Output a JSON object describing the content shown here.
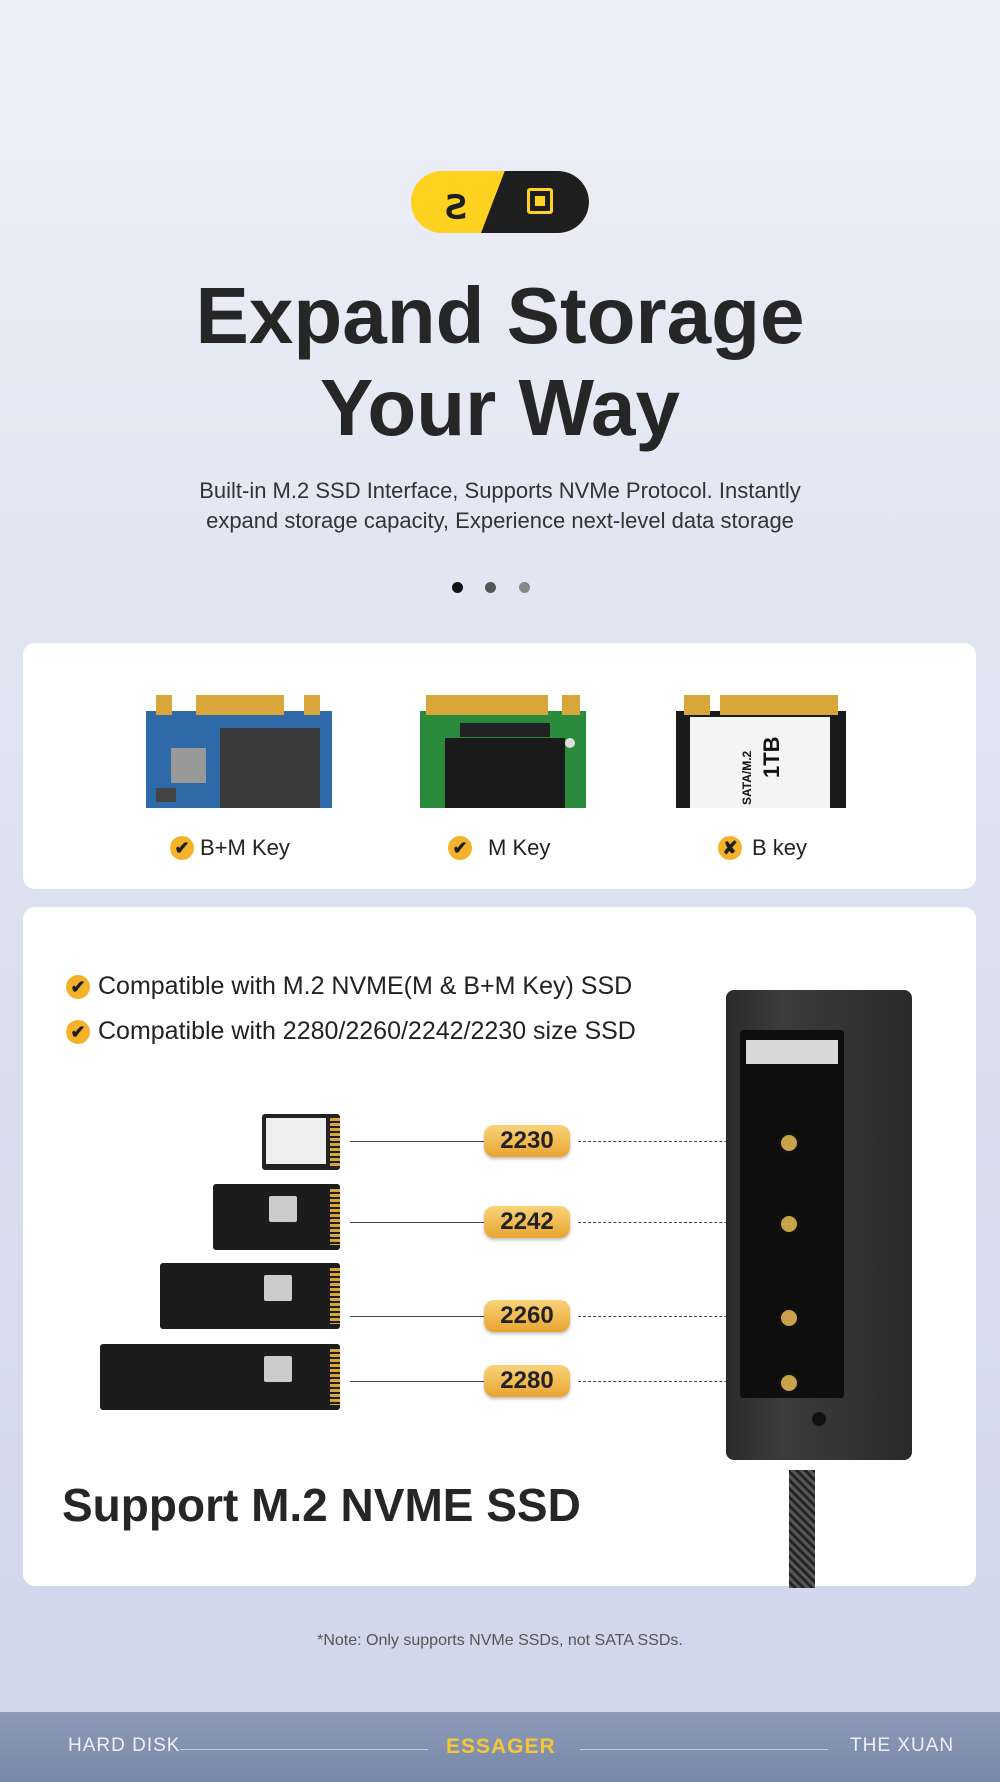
{
  "header": {
    "title_line1": "Expand Storage",
    "title_line2": "Your Way",
    "subtitle": "Built-in M.2 SSD Interface, Supports NVMe Protocol. Instantly expand storage capacity, Experience next-level data storage"
  },
  "carousel": {
    "count": 3,
    "active": 0
  },
  "key_types": [
    {
      "label": "B+M Key",
      "status": "✔"
    },
    {
      "label": "M Key",
      "status": "✔"
    },
    {
      "label": "B key",
      "status": "✘"
    }
  ],
  "ssd_photo_text": {
    "sata_label": "SATA/M.2",
    "capacity": "1TB"
  },
  "features": [
    "Compatible with M.2 NVME(M & B+M Key) SSD",
    "Compatible with 2280/2260/2242/2230 size SSD"
  ],
  "sizes": [
    "2230",
    "2242",
    "2260",
    "2280"
  ],
  "support_title": "Support M.2 NVME SSD",
  "note": "*Note: Only supports NVMe SSDs, not SATA SSDs.",
  "footer": {
    "left": "HARD DISK",
    "brand": "ESSAGER",
    "right": "THE XUAN"
  },
  "colors": {
    "accent": "#ffd21f",
    "pill": "#f0b84a",
    "dark": "#1e1e1e",
    "footer": "#8593b2"
  }
}
